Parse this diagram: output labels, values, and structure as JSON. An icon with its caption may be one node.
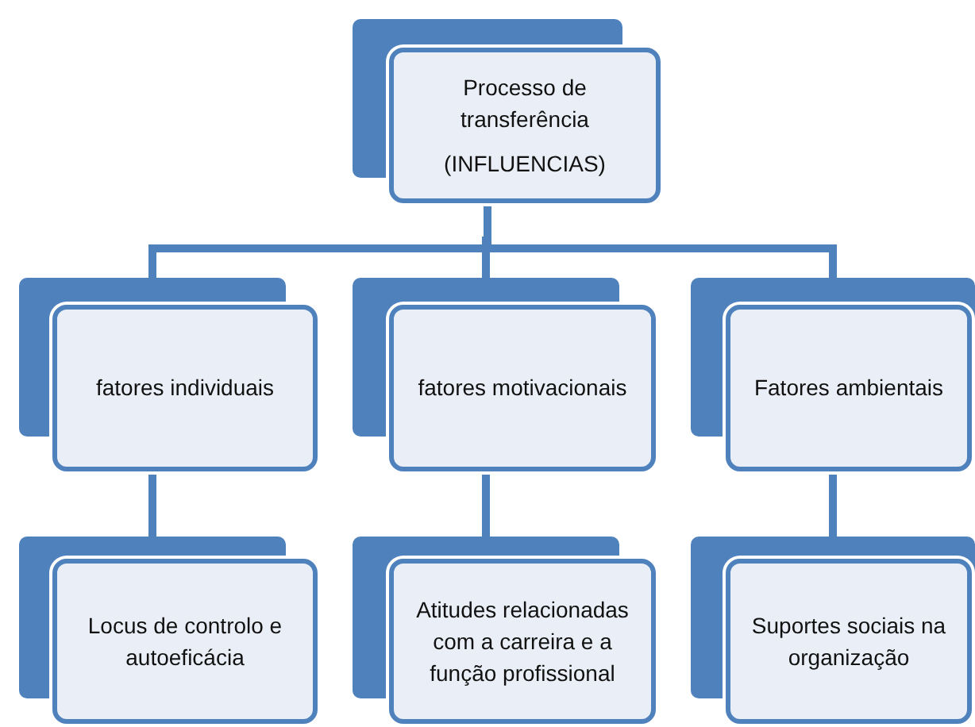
{
  "diagram": {
    "nodes": [
      {
        "text": [
          "Processo de transferência",
          "(INFLUENCIAS)"
        ]
      },
      {
        "text": [
          "fatores individuais"
        ]
      },
      {
        "text": [
          "fatores motivacionais"
        ]
      },
      {
        "text": [
          "Fatores ambientais"
        ]
      },
      {
        "text": [
          "Locus de controlo e autoeficácia"
        ]
      },
      {
        "text": [
          "Atitudes relacionadas com a carreira e a função profissional"
        ]
      },
      {
        "text": [
          "Suportes sociais na organização"
        ]
      }
    ],
    "edges": [
      {
        "from": 0,
        "to": 1,
        "arrow": "none"
      },
      {
        "from": 0,
        "to": 2,
        "arrow": "none"
      },
      {
        "from": 0,
        "to": 3,
        "arrow": "none"
      },
      {
        "from": 1,
        "to": 4,
        "arrow": "none"
      },
      {
        "from": 2,
        "to": 5,
        "arrow": "none"
      },
      {
        "from": 3,
        "to": 6,
        "arrow": "none"
      }
    ]
  }
}
